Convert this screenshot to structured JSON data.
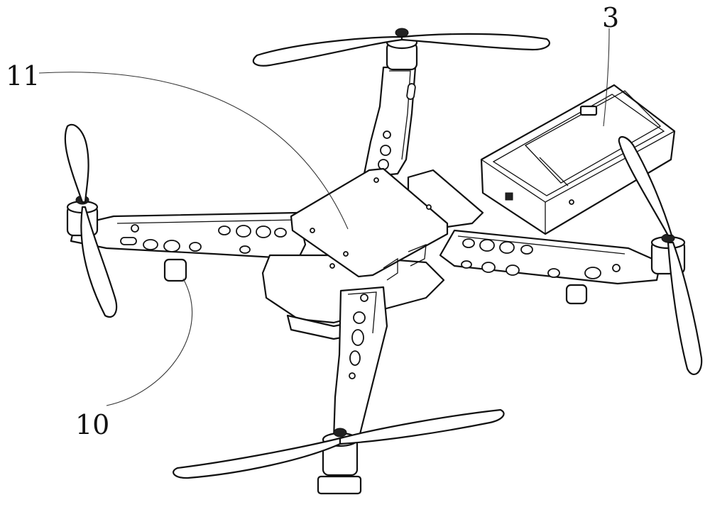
{
  "labels": {
    "battery_box": "3",
    "top_plate": "11",
    "landing_foot": "10"
  },
  "colors": {
    "line": "#111111",
    "background": "#ffffff"
  }
}
